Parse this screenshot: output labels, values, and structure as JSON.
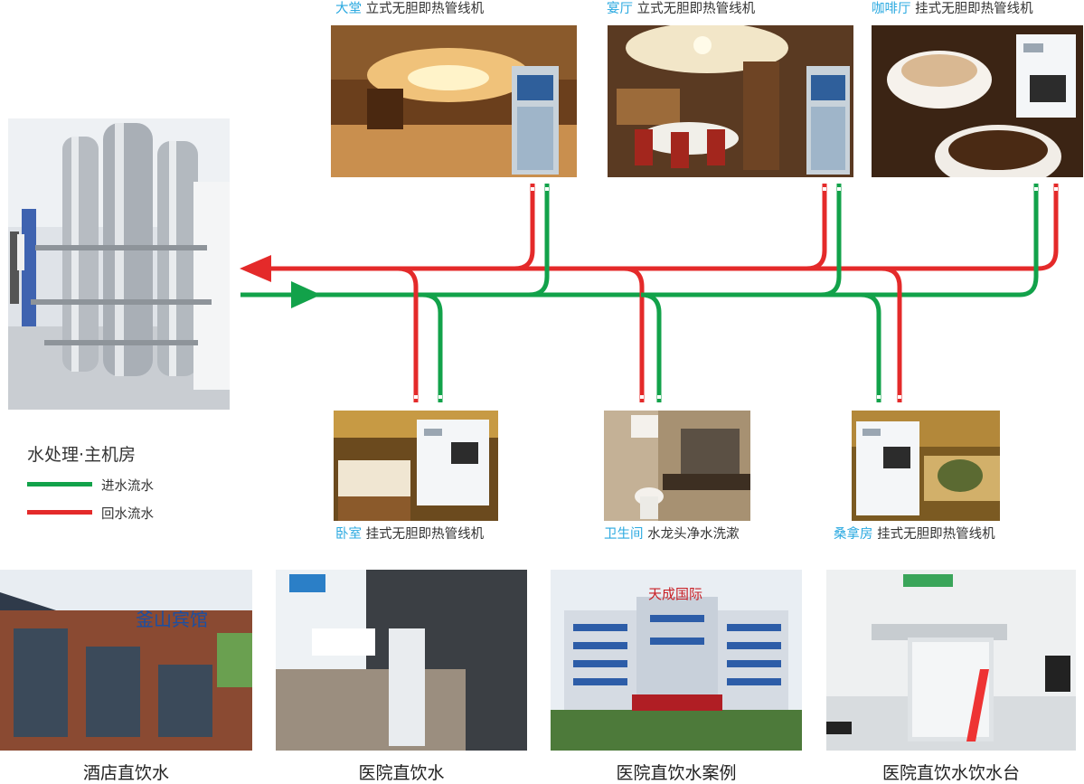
{
  "colors": {
    "supply_line": "#12a24a",
    "return_line": "#e42a2a",
    "room_name": "#2aa9e0"
  },
  "legend": {
    "title": "水处理·主机房",
    "supply_label": "进水流水",
    "return_label": "回水流水"
  },
  "top_units": [
    {
      "room": "大堂",
      "desc": "立式无胆即热管线机"
    },
    {
      "room": "宴厅",
      "desc": "立式无胆即热管线机"
    },
    {
      "room": "咖啡厅",
      "desc": "挂式无胆即热管线机"
    }
  ],
  "bottom_units": [
    {
      "room": "卧室",
      "desc": "挂式无胆即热管线机"
    },
    {
      "room": "卫生间",
      "desc": "水龙头净水洗漱"
    },
    {
      "room": "桑拿房",
      "desc": "挂式无胆即热管线机"
    }
  ],
  "cases": [
    {
      "label": "酒店直饮水",
      "sign_text": "釜山宾馆"
    },
    {
      "label": "医院直饮水"
    },
    {
      "label": "医院直饮水案例",
      "sign_text": "天成国际"
    },
    {
      "label": "医院直饮水饮水台"
    }
  ]
}
